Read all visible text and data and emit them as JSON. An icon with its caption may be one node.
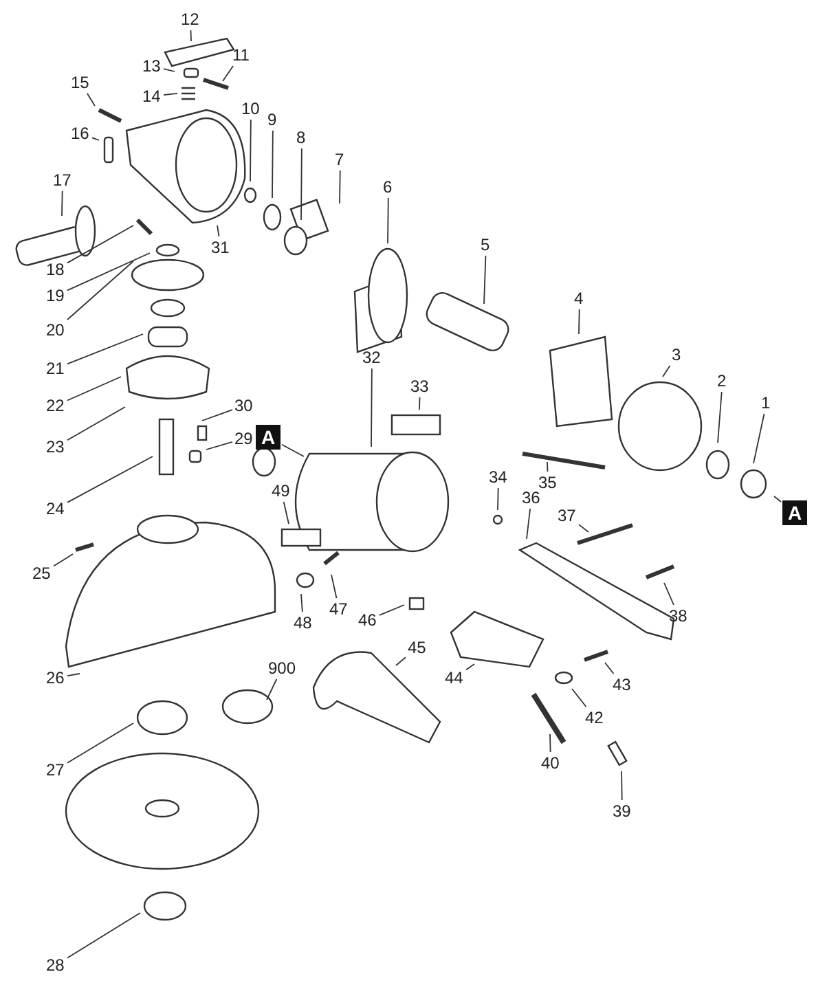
{
  "diagram": {
    "nodes": [
      {
        "text": [
          "1"
        ]
      },
      {
        "text": [
          "2"
        ]
      },
      {
        "text": [
          "3"
        ]
      },
      {
        "text": [
          "4"
        ]
      },
      {
        "text": [
          "5"
        ]
      },
      {
        "text": [
          "6"
        ]
      },
      {
        "text": [
          "7"
        ]
      },
      {
        "text": [
          "8"
        ]
      },
      {
        "text": [
          "9"
        ]
      },
      {
        "text": [
          "10"
        ]
      },
      {
        "text": [
          "11"
        ]
      },
      {
        "text": [
          "12"
        ]
      },
      {
        "text": [
          "13"
        ]
      },
      {
        "text": [
          "14"
        ]
      },
      {
        "text": [
          "15"
        ]
      },
      {
        "text": [
          "16"
        ]
      },
      {
        "text": [
          "17"
        ]
      },
      {
        "text": [
          "18"
        ]
      },
      {
        "text": [
          "19"
        ]
      },
      {
        "text": [
          "20"
        ]
      },
      {
        "text": [
          "21"
        ]
      },
      {
        "text": [
          "22"
        ]
      },
      {
        "text": [
          "23"
        ]
      },
      {
        "text": [
          "24"
        ]
      },
      {
        "text": [
          "25"
        ]
      },
      {
        "text": [
          "26"
        ]
      },
      {
        "text": [
          "27"
        ]
      },
      {
        "text": [
          "28"
        ]
      },
      {
        "text": [
          "29"
        ]
      },
      {
        "text": [
          "30"
        ]
      },
      {
        "text": [
          "31"
        ]
      },
      {
        "text": [
          "32"
        ]
      },
      {
        "text": [
          "33"
        ]
      },
      {
        "text": [
          "34"
        ]
      },
      {
        "text": [
          "35"
        ]
      },
      {
        "text": [
          "36"
        ]
      },
      {
        "text": [
          "37"
        ]
      },
      {
        "text": [
          "38"
        ]
      },
      {
        "text": [
          "39"
        ]
      },
      {
        "text": [
          "40"
        ]
      },
      {
        "text": [
          "42"
        ]
      },
      {
        "text": [
          "43"
        ]
      },
      {
        "text": [
          "44"
        ]
      },
      {
        "text": [
          "45"
        ]
      },
      {
        "text": [
          "46"
        ]
      },
      {
        "text": [
          "47"
        ]
      },
      {
        "text": [
          "48"
        ]
      },
      {
        "text": [
          "49"
        ]
      },
      {
        "text": [
          "900"
        ]
      },
      {
        "text": [
          "A"
        ]
      },
      {
        "text": [
          "A"
        ]
      }
    ],
    "edges": [
      {
        "from": 0,
        "to": null,
        "arrow": "none"
      },
      {
        "from": 1,
        "to": null,
        "arrow": "none"
      },
      {
        "from": 2,
        "to": null,
        "arrow": "none"
      },
      {
        "from": 3,
        "to": null,
        "arrow": "none"
      },
      {
        "from": 4,
        "to": null,
        "arrow": "none"
      },
      {
        "from": 5,
        "to": null,
        "arrow": "none"
      },
      {
        "from": 6,
        "to": null,
        "arrow": "none"
      },
      {
        "from": 7,
        "to": null,
        "arrow": "none"
      },
      {
        "from": 8,
        "to": null,
        "arrow": "none"
      },
      {
        "from": 9,
        "to": null,
        "arrow": "none"
      },
      {
        "from": 10,
        "to": null,
        "arrow": "none"
      },
      {
        "from": 11,
        "to": null,
        "arrow": "none"
      },
      {
        "from": 12,
        "to": null,
        "arrow": "none"
      },
      {
        "from": 13,
        "to": null,
        "arrow": "none"
      },
      {
        "from": 14,
        "to": null,
        "arrow": "none"
      },
      {
        "from": 15,
        "to": null,
        "arrow": "none"
      },
      {
        "from": 16,
        "to": null,
        "arrow": "none"
      },
      {
        "from": 17,
        "to": null,
        "arrow": "none"
      },
      {
        "from": 18,
        "to": null,
        "arrow": "none"
      },
      {
        "from": 19,
        "to": null,
        "arrow": "none"
      },
      {
        "from": 20,
        "to": null,
        "arrow": "none"
      },
      {
        "from": 21,
        "to": null,
        "arrow": "none"
      },
      {
        "from": 22,
        "to": null,
        "arrow": "none"
      },
      {
        "from": 23,
        "to": null,
        "arrow": "none"
      },
      {
        "from": 24,
        "to": null,
        "arrow": "none"
      },
      {
        "from": 25,
        "to": null,
        "arrow": "none"
      },
      {
        "from": 26,
        "to": null,
        "arrow": "none"
      },
      {
        "from": 27,
        "to": null,
        "arrow": "none"
      },
      {
        "from": 28,
        "to": null,
        "arrow": "none"
      },
      {
        "from": 29,
        "to": null,
        "arrow": "none"
      },
      {
        "from": 30,
        "to": null,
        "arrow": "none"
      },
      {
        "from": 31,
        "to": null,
        "arrow": "none"
      },
      {
        "from": 32,
        "to": null,
        "arrow": "none"
      },
      {
        "from": 33,
        "to": null,
        "arrow": "none"
      },
      {
        "from": 34,
        "to": null,
        "arrow": "none"
      },
      {
        "from": 35,
        "to": null,
        "arrow": "none"
      },
      {
        "from": 36,
        "to": null,
        "arrow": "none"
      },
      {
        "from": 37,
        "to": null,
        "arrow": "none"
      },
      {
        "from": 38,
        "to": null,
        "arrow": "none"
      },
      {
        "from": 39,
        "to": null,
        "arrow": "none"
      },
      {
        "from": 40,
        "to": null,
        "arrow": "none"
      },
      {
        "from": 41,
        "to": null,
        "arrow": "none"
      },
      {
        "from": 42,
        "to": null,
        "arrow": "none"
      },
      {
        "from": 43,
        "to": null,
        "arrow": "none"
      },
      {
        "from": 44,
        "to": null,
        "arrow": "none"
      },
      {
        "from": 45,
        "to": null,
        "arrow": "none"
      },
      {
        "from": 46,
        "to": null,
        "arrow": "none"
      },
      {
        "from": 47,
        "to": null,
        "arrow": "none"
      },
      {
        "from": 48,
        "to": null,
        "arrow": "none"
      },
      {
        "from": 49,
        "to": null,
        "arrow": "none"
      },
      {
        "from": 50,
        "to": null,
        "arrow": "none"
      }
    ]
  }
}
